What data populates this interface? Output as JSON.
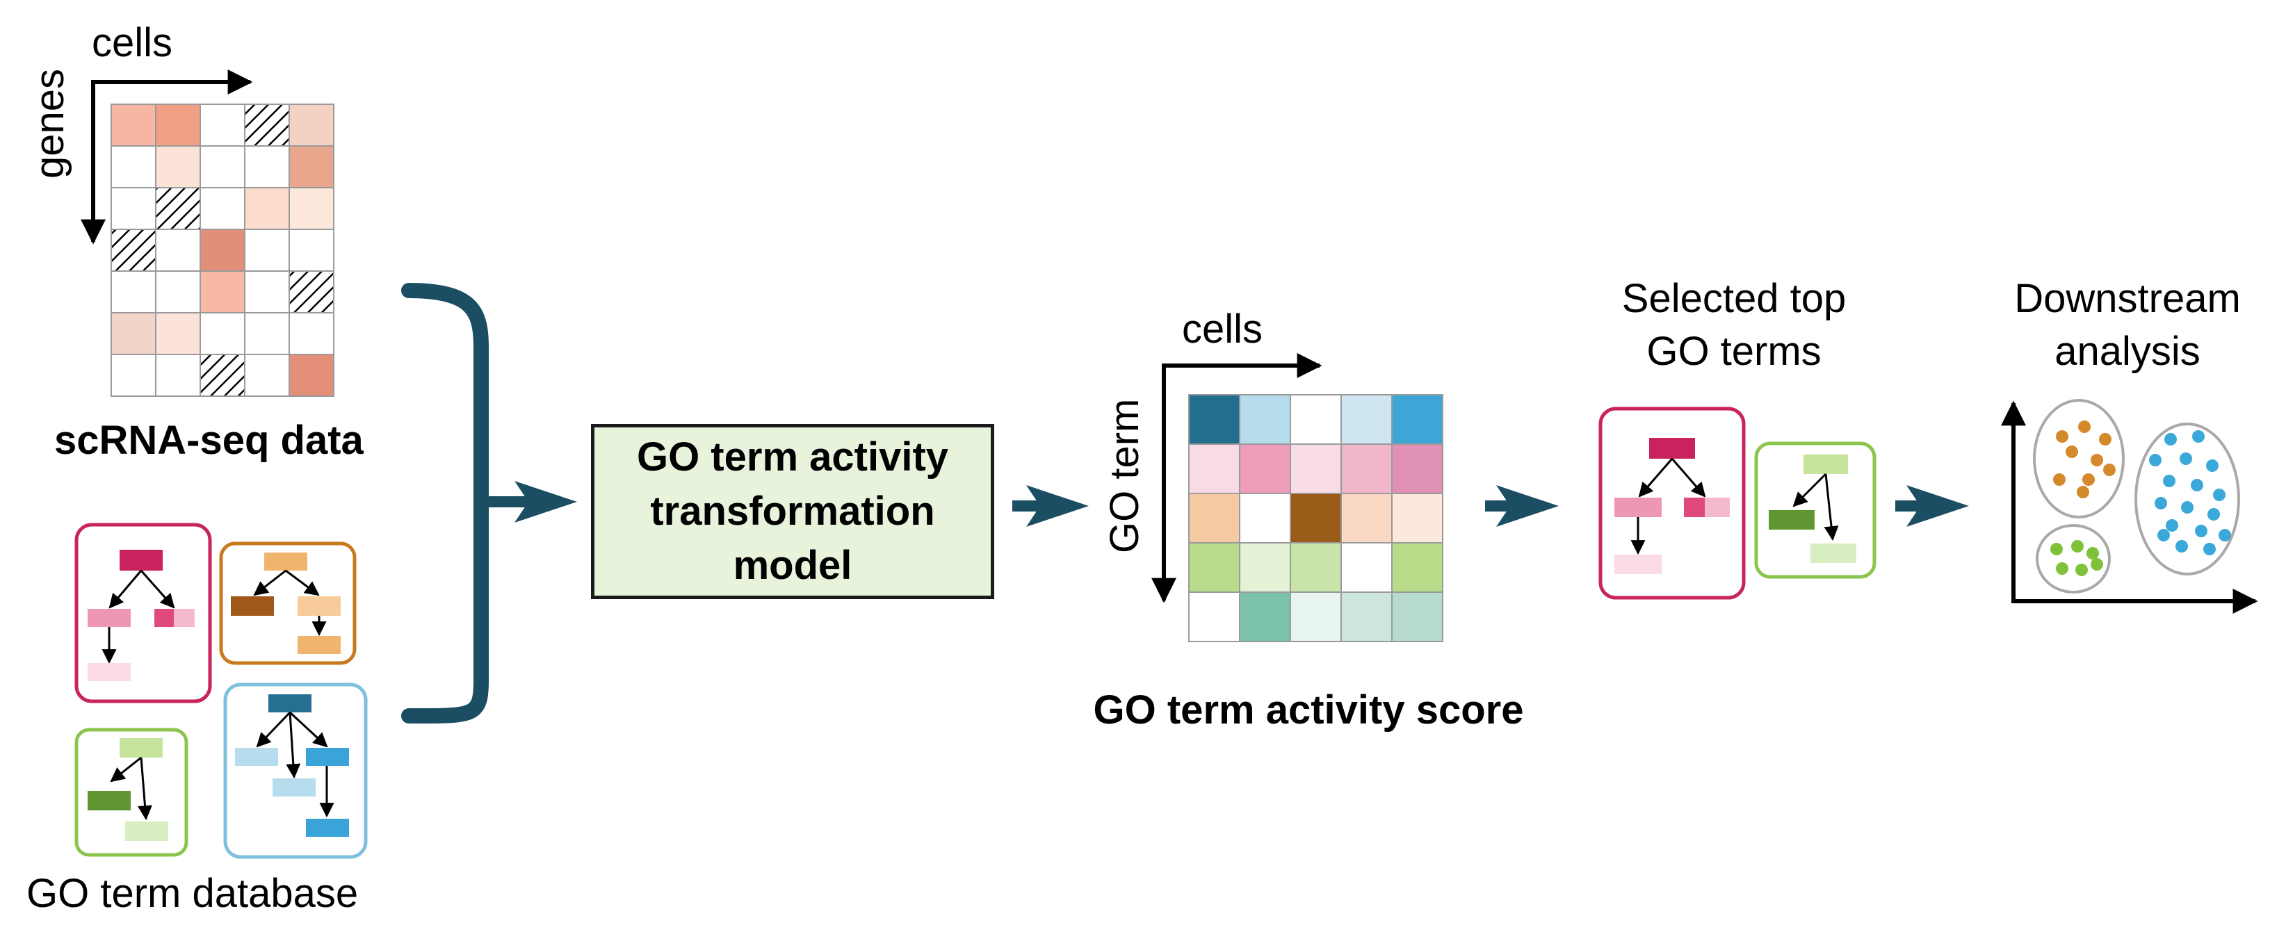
{
  "scrna": {
    "axis_x_label": "cells",
    "axis_y_label": "genes",
    "title": "scRNA-seq data",
    "matrix": [
      [
        "#f7b6a1",
        "#f1a086",
        "#ffffff",
        "hatch",
        "#f3d2c4"
      ],
      [
        "#ffffff",
        "#fbe3d8",
        "#ffffff",
        "#ffffff",
        "#e8a68c"
      ],
      [
        "#ffffff",
        "hatch",
        "#ffffff",
        "#fbdccd",
        "#fde8dc"
      ],
      [
        "hatch",
        "#ffffff",
        "#e18f7a",
        "#ffffff",
        "#ffffff"
      ],
      [
        "#ffffff",
        "#ffffff",
        "#f8b9a4",
        "#ffffff",
        "hatch"
      ],
      [
        "#f2d5c9",
        "#fbe3d9",
        "#ffffff",
        "#ffffff",
        "#ffffff"
      ],
      [
        "#ffffff",
        "#ffffff",
        "hatch",
        "#ffffff",
        "#e38f7a"
      ]
    ]
  },
  "go_database": {
    "title": "GO term database",
    "border_colors": [
      "#c8235e",
      "#c87a1e",
      "#8cc44e",
      "#7fc0de"
    ]
  },
  "model": {
    "lines": [
      "GO term activity",
      "transformation",
      "model"
    ]
  },
  "activity": {
    "axis_x_label": "cells",
    "axis_y_label": "GO term",
    "title": "GO term activity score",
    "matrix": [
      [
        "#226e8f",
        "#b5dceb",
        "#ffffff",
        "#cde6f1",
        "#3ea6d6"
      ],
      [
        "#f9dbe6",
        "#ee9ebb",
        "#f9dbe6",
        "#f2b6cc",
        "#e291b6"
      ],
      [
        "#f5c9a2",
        "#ffffff",
        "#9a5a18",
        "#fad8c4",
        "#fde8dd"
      ],
      [
        "#b8dc8c",
        "#e4f2d6",
        "#c9e4aa",
        "#ffffff",
        "#b9dc8a"
      ],
      [
        "#ffffff",
        "#7cc2a8",
        "#e7f4ef",
        "#cde6dd",
        "#b8dbd0"
      ]
    ]
  },
  "selected": {
    "title_lines": [
      "Selected top",
      "GO terms"
    ]
  },
  "downstream": {
    "title_lines": [
      "Downstream",
      "analysis"
    ],
    "cluster_colors": [
      "#d4892a",
      "#3aa8d9",
      "#7fc23a"
    ]
  },
  "colors": {
    "arrow": "#1c4e63",
    "grid_line": "#9a9a9a",
    "pink_dark": "#c8235e",
    "pink_mid": "#ee97b5",
    "pink_light": "#fadbe6",
    "orange_mid": "#f0b56c",
    "orange_light": "#f7cc9a",
    "brown": "#a0581a",
    "green_light": "#c6e49c",
    "green_dark": "#5f9632",
    "green_pale": "#d9eec0",
    "blue_dark": "#256f93",
    "blue_light": "#b7dcee",
    "blue_mid": "#3aa4d8"
  }
}
